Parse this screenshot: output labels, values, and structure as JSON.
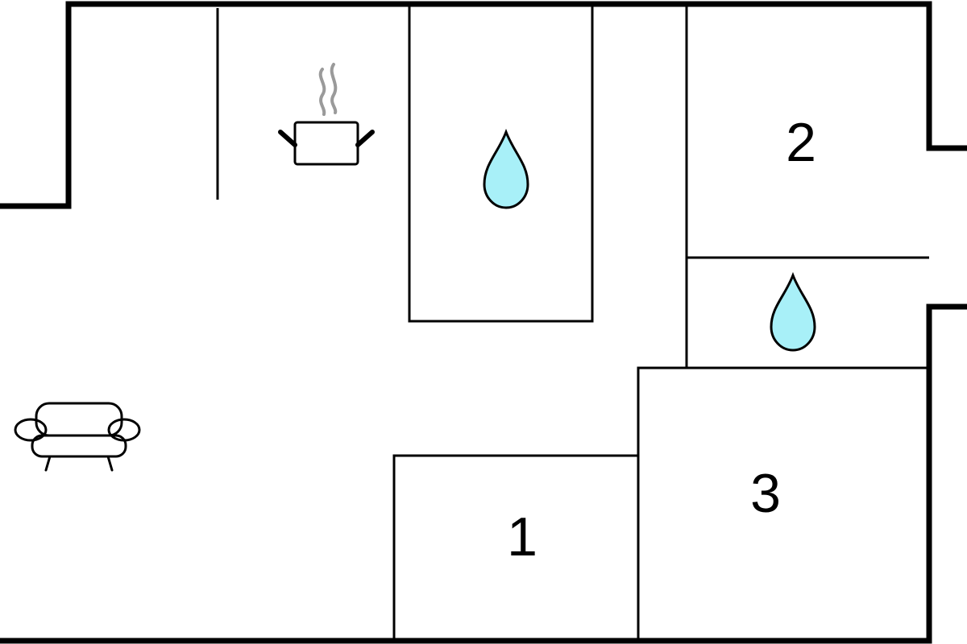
{
  "rooms": [
    {
      "id": "bedroom-1",
      "number": "1"
    },
    {
      "id": "bedroom-2",
      "number": "2"
    },
    {
      "id": "bedroom-3",
      "number": "3"
    }
  ],
  "icons": {
    "kitchen": "cooking-pot-icon",
    "bathroom": "water-drop-icon",
    "living": "sofa-icon"
  },
  "colors": {
    "water_drop": "#a8f0f8",
    "walls": "#000000",
    "steam": "#9a9a9a"
  }
}
